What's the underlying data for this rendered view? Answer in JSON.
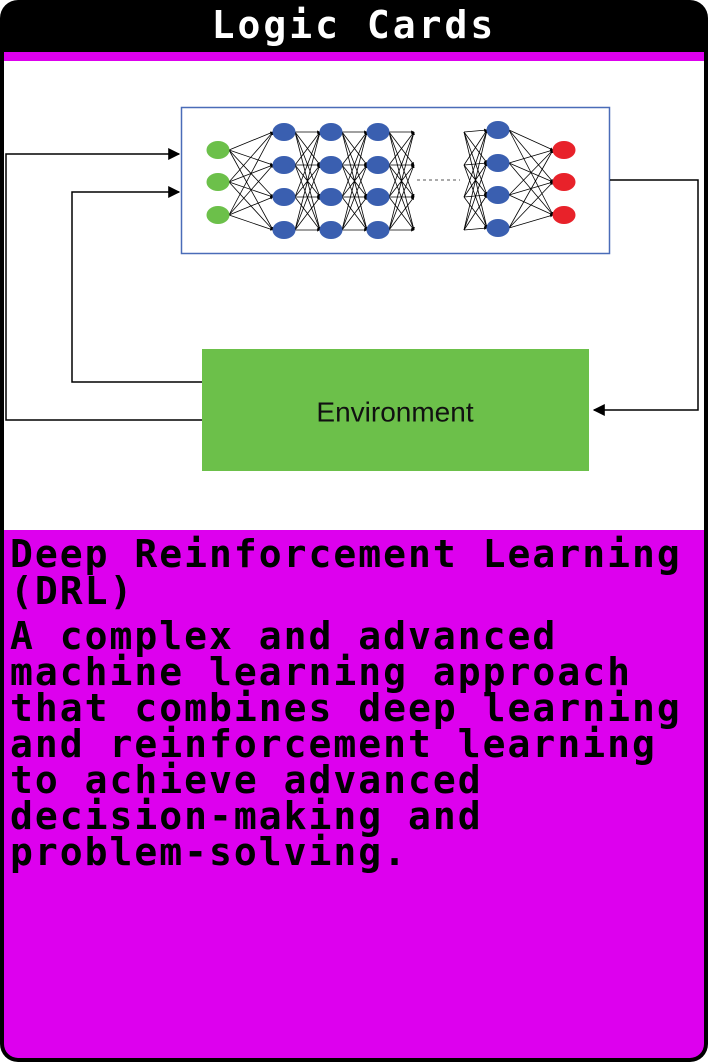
{
  "card": {
    "title": "Logic Cards",
    "accent_color": "#dd00ee",
    "frame_color": "#000000"
  },
  "diagram": {
    "environment_label": "Environment",
    "environment_color": "#6cc04a",
    "input_node_color": "#6cc04a",
    "hidden_node_color": "#3a5fb0",
    "output_node_color": "#e8222a",
    "network_box_color": "#4a6cb8"
  },
  "term": {
    "name": "Deep Reinforcement Learning (DRL)",
    "description": "A complex and advanced machine learning approach that combines deep learning and reinforcement learning to achieve advanced decision-making and problem-solving."
  }
}
